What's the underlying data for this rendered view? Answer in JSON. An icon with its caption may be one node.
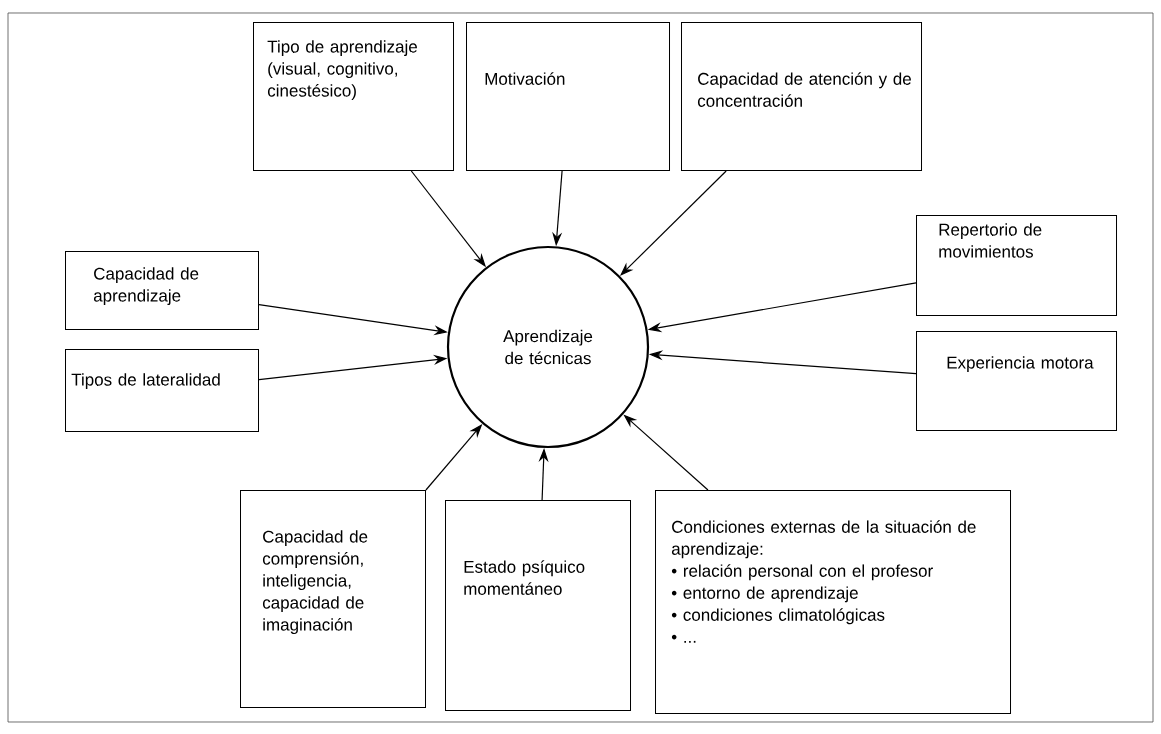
{
  "diagram": {
    "nodes": [
      {
        "text": [
          "Aprendizaje de técnicas"
        ]
      },
      {
        "text": [
          "Tipo de aprendizaje (visual, cognitivo, cinestésico)"
        ]
      },
      {
        "text": [
          "Motivación"
        ]
      },
      {
        "text": [
          "Capacidad de atención y de concentración"
        ]
      },
      {
        "text": [
          "Capacidad de aprendizaje"
        ]
      },
      {
        "text": [
          "Tipos de lateralidad"
        ]
      },
      {
        "text": [
          "Repertorio de movimientos"
        ]
      },
      {
        "text": [
          "Experiencia motora"
        ]
      },
      {
        "text": [
          "Capacidad de comprensión, inteligencia, capacidad de imaginación"
        ]
      },
      {
        "text": [
          "Estado psíquico momentáneo"
        ]
      },
      {
        "text": [
          "Condiciones externas de la situación de aprendizaje:",
          "• relación personal con el profesor",
          "• entorno de aprendizaje",
          "• condiciones climatológicas",
          "• ..."
        ]
      }
    ],
    "edges": [
      {
        "from": 1,
        "to": 0,
        "arrow": "to"
      },
      {
        "from": 2,
        "to": 0,
        "arrow": "to"
      },
      {
        "from": 3,
        "to": 0,
        "arrow": "to"
      },
      {
        "from": 4,
        "to": 0,
        "arrow": "to"
      },
      {
        "from": 5,
        "to": 0,
        "arrow": "to"
      },
      {
        "from": 6,
        "to": 0,
        "arrow": "to"
      },
      {
        "from": 7,
        "to": 0,
        "arrow": "to"
      },
      {
        "from": 8,
        "to": 0,
        "arrow": "to"
      },
      {
        "from": 9,
        "to": 0,
        "arrow": "to"
      },
      {
        "from": 10,
        "to": 0,
        "arrow": "to"
      }
    ]
  }
}
